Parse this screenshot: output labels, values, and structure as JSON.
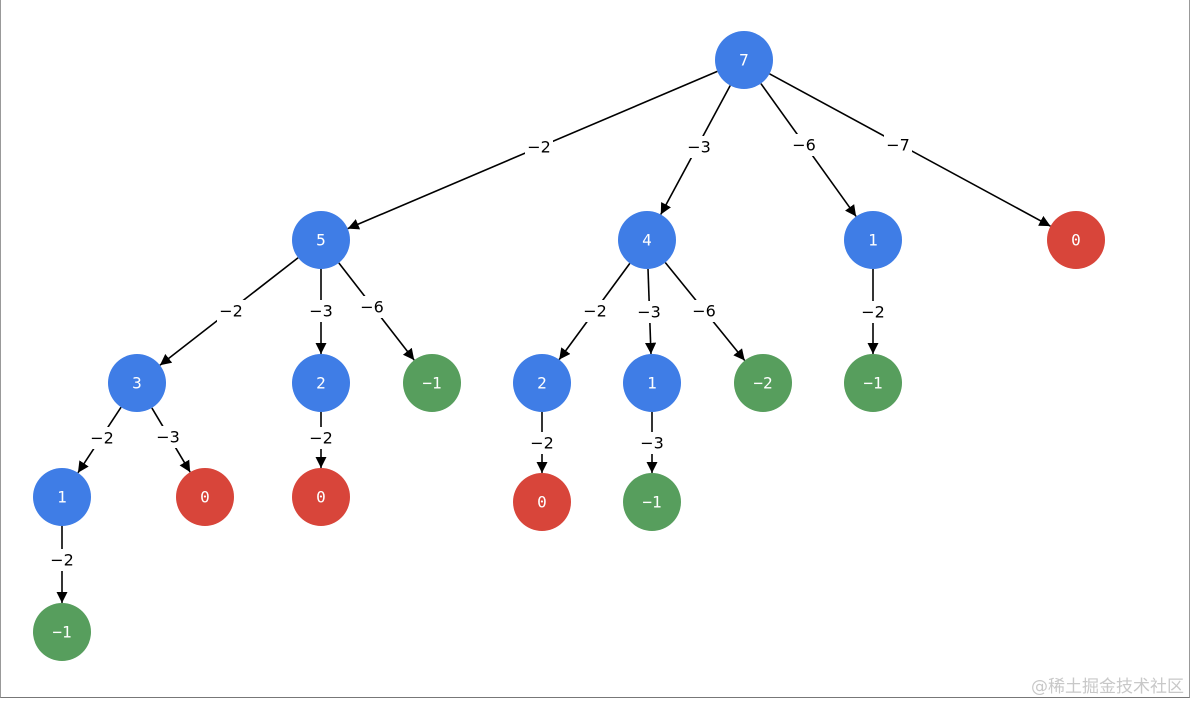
{
  "colors": {
    "blue": "#3f7de6",
    "red": "#d8453a",
    "green": "#579e5d",
    "edge": "#000000"
  },
  "nodes": [
    {
      "id": "n7",
      "label": "7",
      "color": "blue"
    },
    {
      "id": "n5",
      "label": "5",
      "color": "blue"
    },
    {
      "id": "n4",
      "label": "4",
      "color": "blue"
    },
    {
      "id": "n1a",
      "label": "1",
      "color": "blue"
    },
    {
      "id": "n0a",
      "label": "0",
      "color": "red"
    },
    {
      "id": "n3",
      "label": "3",
      "color": "blue"
    },
    {
      "id": "n2a",
      "label": "2",
      "color": "blue"
    },
    {
      "id": "nm1a",
      "label": "−1",
      "color": "green"
    },
    {
      "id": "n2b",
      "label": "2",
      "color": "blue"
    },
    {
      "id": "n1b",
      "label": "1",
      "color": "blue"
    },
    {
      "id": "nm2",
      "label": "−2",
      "color": "green"
    },
    {
      "id": "nm1b",
      "label": "−1",
      "color": "green"
    },
    {
      "id": "n1c",
      "label": "1",
      "color": "blue"
    },
    {
      "id": "n0b",
      "label": "0",
      "color": "red"
    },
    {
      "id": "n0c",
      "label": "0",
      "color": "red"
    },
    {
      "id": "n0d",
      "label": "0",
      "color": "red"
    },
    {
      "id": "nm1c",
      "label": "−1",
      "color": "green"
    },
    {
      "id": "nm1d",
      "label": "−1",
      "color": "green"
    }
  ],
  "edges": [
    {
      "from": "n7",
      "to": "n5",
      "label": "−2"
    },
    {
      "from": "n7",
      "to": "n4",
      "label": "−3"
    },
    {
      "from": "n7",
      "to": "n1a",
      "label": "−6"
    },
    {
      "from": "n7",
      "to": "n0a",
      "label": "−7"
    },
    {
      "from": "n5",
      "to": "n3",
      "label": "−2"
    },
    {
      "from": "n5",
      "to": "n2a",
      "label": "−3"
    },
    {
      "from": "n5",
      "to": "nm1a",
      "label": "−6"
    },
    {
      "from": "n4",
      "to": "n2b",
      "label": "−2"
    },
    {
      "from": "n4",
      "to": "n1b",
      "label": "−3"
    },
    {
      "from": "n4",
      "to": "nm2",
      "label": "−6"
    },
    {
      "from": "n1a",
      "to": "nm1b",
      "label": "−2"
    },
    {
      "from": "n3",
      "to": "n1c",
      "label": "−2"
    },
    {
      "from": "n3",
      "to": "n0b",
      "label": "−3"
    },
    {
      "from": "n2a",
      "to": "n0c",
      "label": "−2"
    },
    {
      "from": "n2b",
      "to": "n0d",
      "label": "−2"
    },
    {
      "from": "n1b",
      "to": "nm1c",
      "label": "−3"
    },
    {
      "from": "n1c",
      "to": "nm1d",
      "label": "−2"
    }
  ],
  "watermark": "@稀土掘金技术社区"
}
